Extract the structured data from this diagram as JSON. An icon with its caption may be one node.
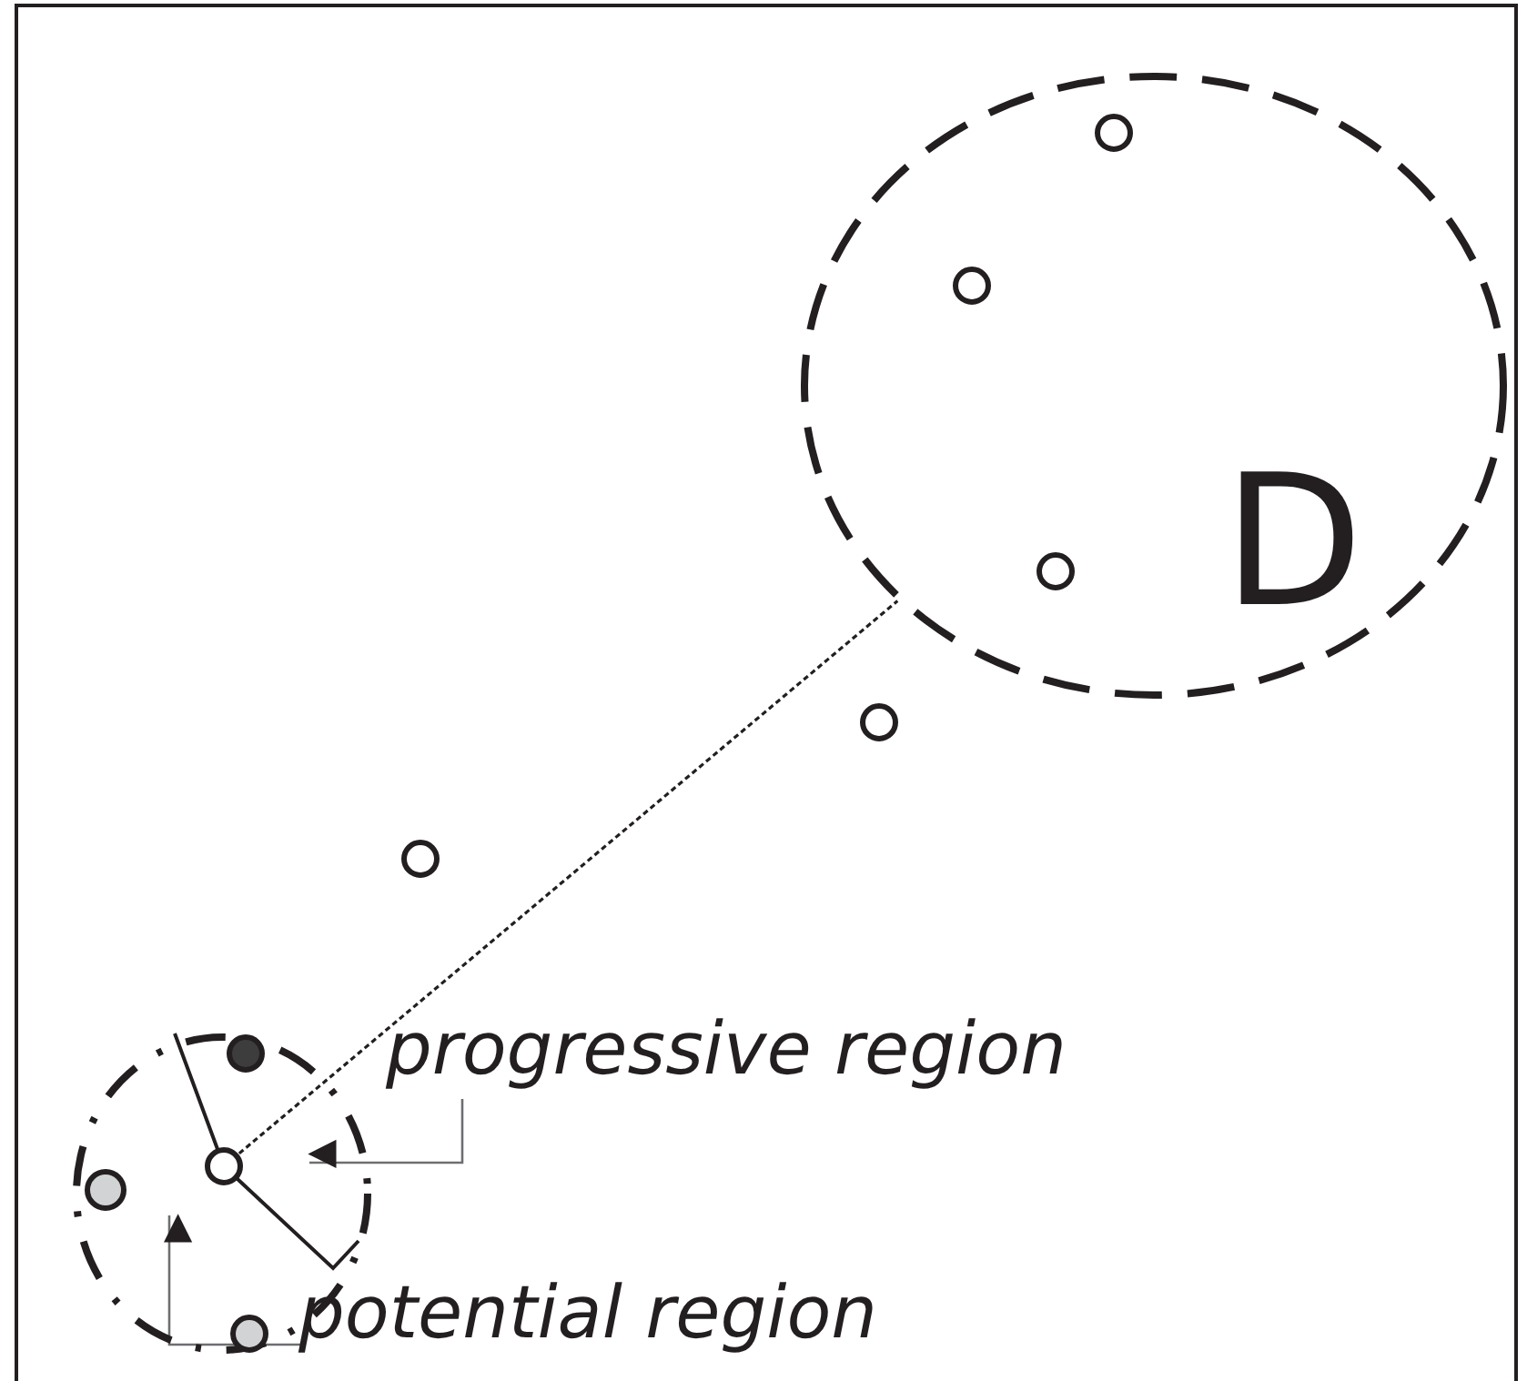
{
  "diagram": {
    "nodes": [
      {
        "text": [
          "D"
        ]
      },
      {
        "text": [],
        "shape": "circle",
        "in": 0
      },
      {
        "text": [],
        "shape": "circle",
        "in": 0
      },
      {
        "text": [],
        "shape": "circle",
        "in": 0
      },
      {
        "text": [],
        "shape": "circle"
      },
      {
        "text": [],
        "shape": "circle"
      },
      {
        "text": [],
        "shape": "circle"
      },
      {
        "text": [],
        "shape": "circle",
        "in": 6
      },
      {
        "text": [],
        "shape": "circle",
        "in": 6
      },
      {
        "text": [],
        "shape": "circle",
        "in": 6
      },
      {
        "text": [],
        "shape": "circle",
        "in": 6
      },
      {
        "text": [
          "progressive region"
        ]
      },
      {
        "text": [
          "potential region"
        ]
      }
    ],
    "edges": [
      {
        "from": 8,
        "to": 0,
        "arrow": "none",
        "style": "dashed"
      },
      {
        "from": 11,
        "to": null,
        "arrow": "to"
      },
      {
        "from": 12,
        "to": null,
        "arrow": "to"
      }
    ]
  }
}
